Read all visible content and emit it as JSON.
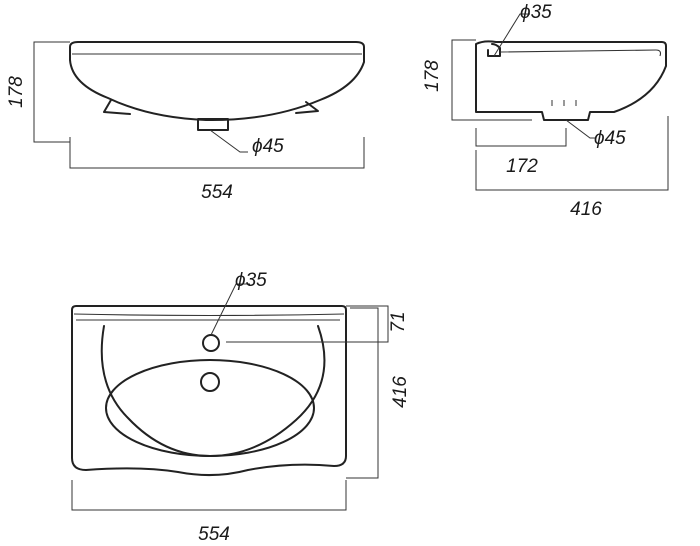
{
  "front_view": {
    "height_dim": "178",
    "width_dim": "554",
    "drain_dim": "ϕ45"
  },
  "side_view": {
    "height_dim": "178",
    "tap_hole_dim": "ϕ35",
    "drain_dim": "ϕ45",
    "drain_offset_dim": "172",
    "depth_dim": "416"
  },
  "top_view": {
    "tap_hole_dim": "ϕ35",
    "rim_dim": "71",
    "depth_dim": "416",
    "width_dim": "554"
  }
}
